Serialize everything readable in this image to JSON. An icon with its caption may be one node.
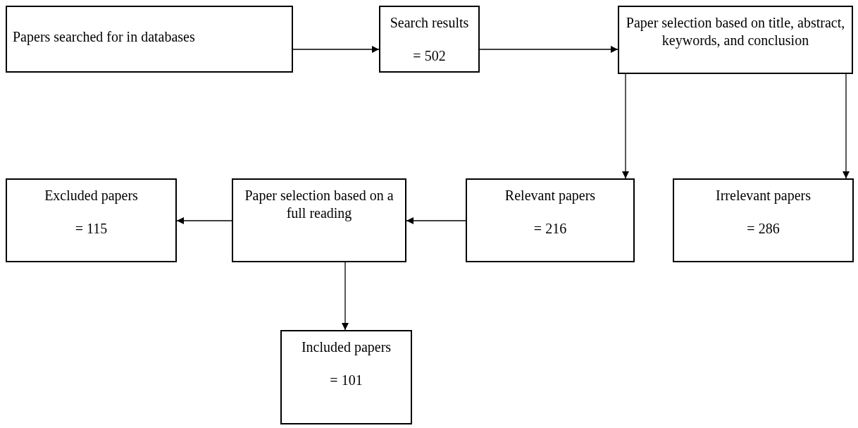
{
  "diagram": {
    "nodes": [
      {
        "text": [
          "Papers searched for in databases"
        ]
      },
      {
        "text": [
          "Search results",
          "= 502"
        ]
      },
      {
        "text": [
          "Paper selection based on title, abstract, keywords, and conclusion"
        ]
      },
      {
        "text": [
          "Excluded papers",
          "= 115"
        ]
      },
      {
        "text": [
          "Paper selection based on a full reading"
        ]
      },
      {
        "text": [
          "Relevant papers",
          "= 216"
        ]
      },
      {
        "text": [
          "Irrelevant papers",
          "= 286"
        ]
      },
      {
        "text": [
          "Included papers",
          "= 101"
        ]
      }
    ],
    "edges": [
      {
        "from": 0,
        "to": 1,
        "arrow": "to"
      },
      {
        "from": 1,
        "to": 2,
        "arrow": "to"
      },
      {
        "from": 2,
        "to": 5,
        "arrow": "to"
      },
      {
        "from": 2,
        "to": 6,
        "arrow": "to"
      },
      {
        "from": 5,
        "to": 4,
        "arrow": "to"
      },
      {
        "from": 4,
        "to": 3,
        "arrow": "to"
      },
      {
        "from": 4,
        "to": 7,
        "arrow": "to"
      }
    ]
  }
}
